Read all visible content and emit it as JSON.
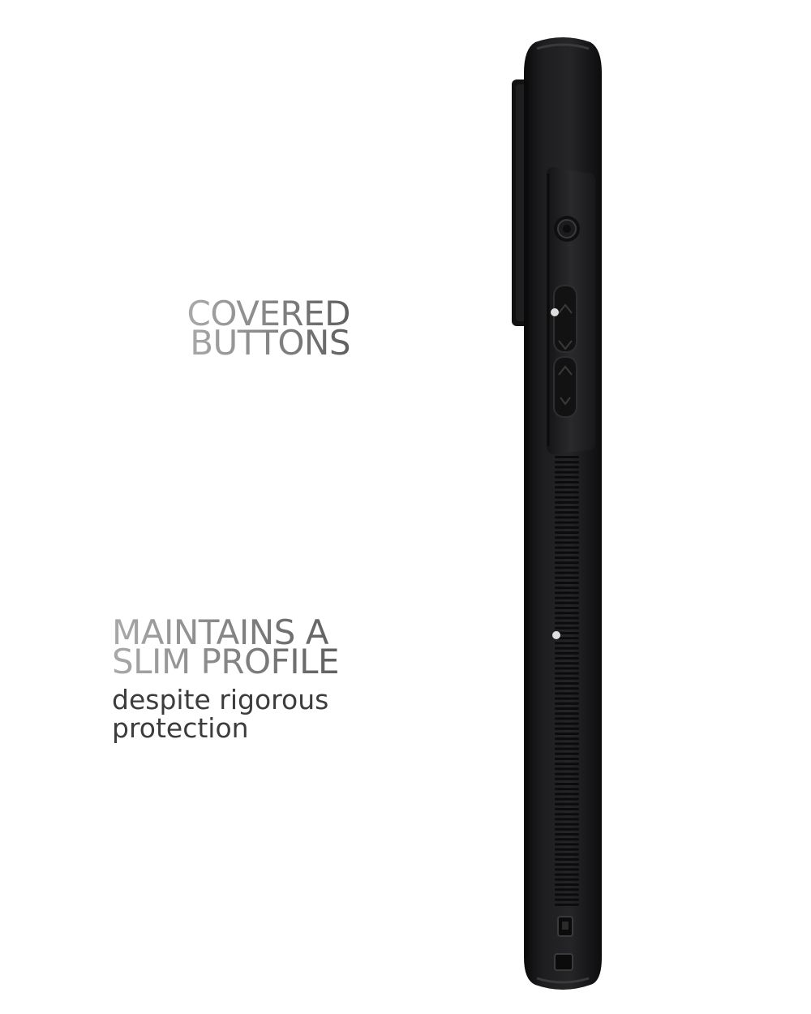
{
  "callouts": {
    "covered_buttons": {
      "line1": "COVERED",
      "line2": "BUTTONS"
    },
    "slim_profile": {
      "line1": "MAINTAINS A",
      "line2": "SLIM PROFILE",
      "sub_line1": "despite rigorous",
      "sub_line2": "protection"
    }
  },
  "colors": {
    "background": "#ffffff",
    "case_body": "#1c1c1e",
    "case_edge": "#0a0a0a",
    "heading_gradient": [
      "#a9a9a9",
      "#5f5f5f"
    ],
    "subtext": "#3c3c3c",
    "callout_line": "#9a9a9a"
  }
}
